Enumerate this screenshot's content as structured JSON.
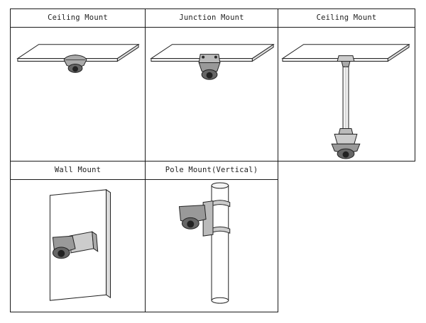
{
  "mounts": [
    {
      "label": "Ceiling Mount"
    },
    {
      "label": "Junction Mount"
    },
    {
      "label": "Ceiling Mount"
    },
    {
      "label": "Wall Mount"
    },
    {
      "label": "Pole Mount(Vertical)"
    }
  ]
}
